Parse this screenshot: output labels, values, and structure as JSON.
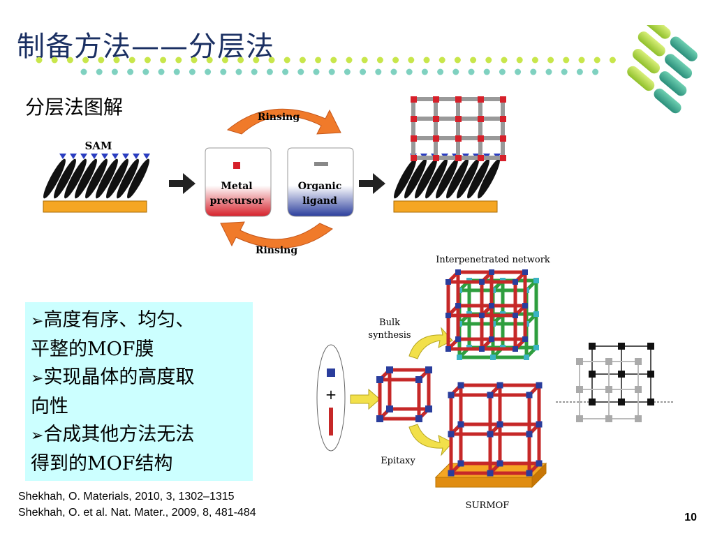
{
  "title": "制备方法——分层法",
  "subtitle": "分层法图解",
  "figure1": {
    "sam_label": "SAM",
    "rinsing_top": "Rinsing",
    "rinsing_bottom": "Rinsing",
    "metal_label_1": "Metal",
    "metal_label_2": "precursor",
    "organic_label_1": "Organic",
    "organic_label_2": "ligand"
  },
  "figure2": {
    "interpenetrated": "Interpenetrated network",
    "bulk_1": "Bulk",
    "bulk_2": "synthesis",
    "epitaxy": "Epitaxy",
    "surmof": "SURMOF",
    "plus": "+"
  },
  "bullets": [
    {
      "line1": "高度有序、均匀、",
      "line2": "平整的MOF膜"
    },
    {
      "line1": "实现晶体的高度取",
      "line2": "向性"
    },
    {
      "line1": "合成其他方法无法",
      "line2": "得到的MOF结构"
    }
  ],
  "bullet_marker": "➢",
  "references": [
    "Shekhah, O. Materials, 2010, 3, 1302–1315",
    "Shekhah, O. et al. Nat. Mater., 2009, 8, 481-484"
  ],
  "page_number": "10",
  "colors": {
    "title": "#1a2f62",
    "box": "#ccffff",
    "dot_green": "#c8e64b",
    "dot_teal": "#7fd1c0"
  }
}
